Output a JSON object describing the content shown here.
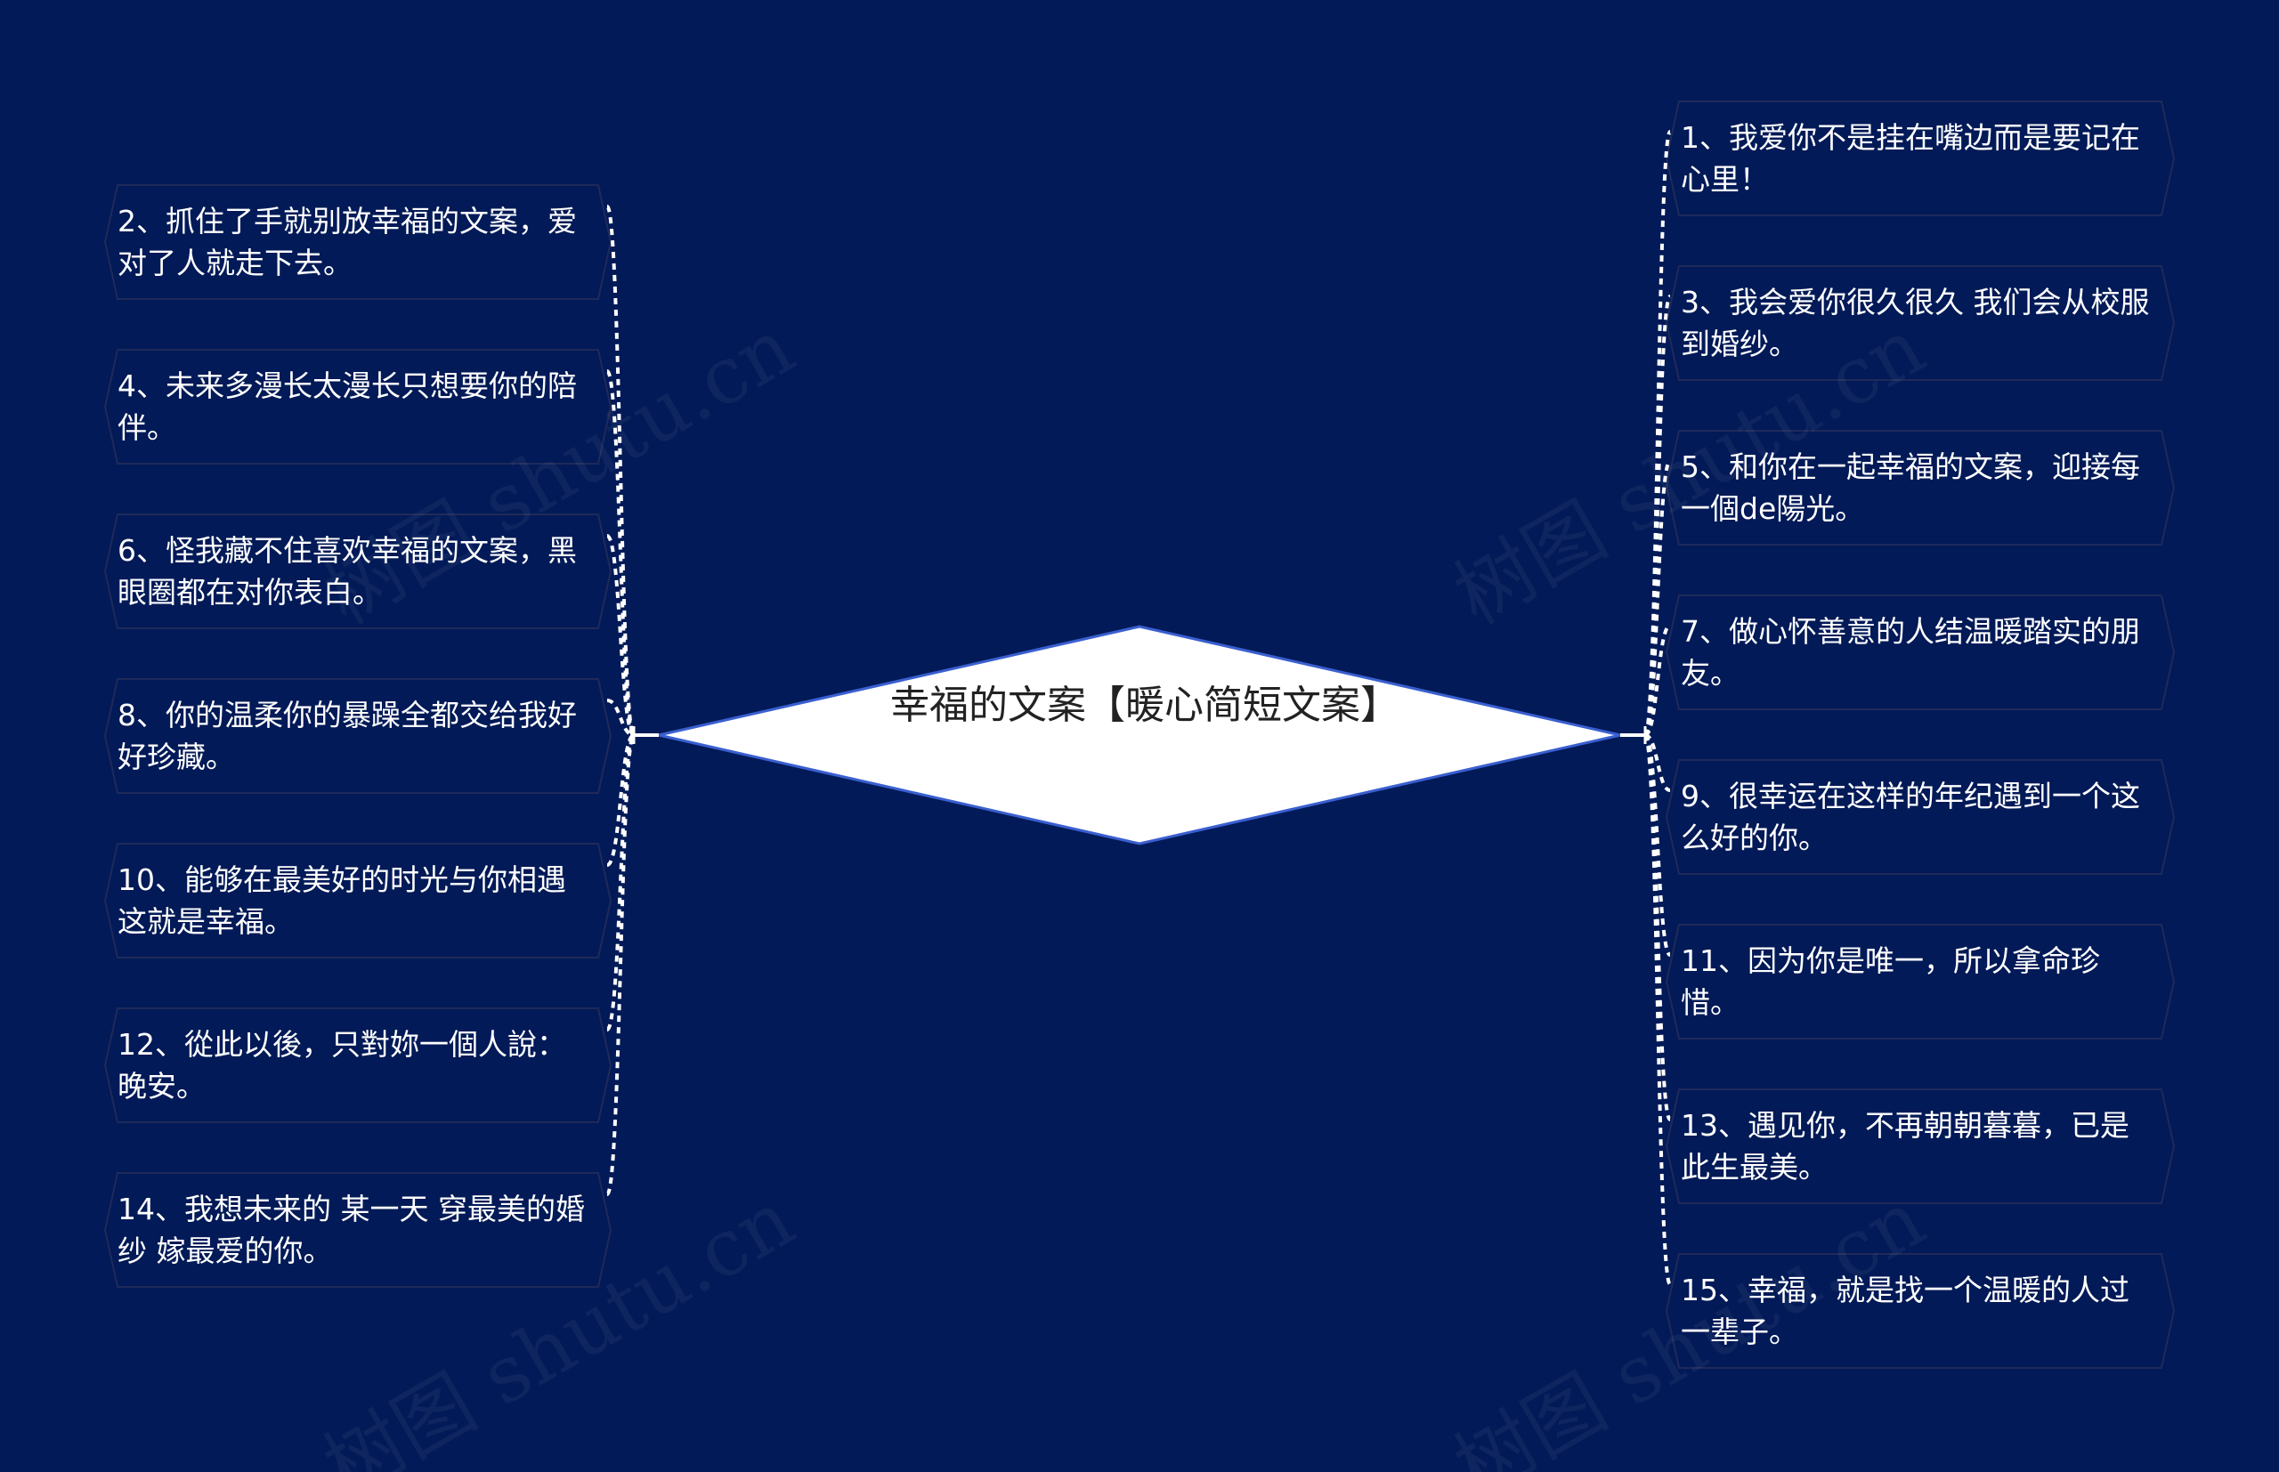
{
  "colors": {
    "background": "#021a57",
    "node_border": "#1f2a5a",
    "center_fill": "#ffffff",
    "center_border": "#3a5fd0",
    "connector": "#ffffff"
  },
  "center": {
    "title": "幸福的文案【暖心简短文案】"
  },
  "left_nodes": [
    {
      "text": "2、抓住了手就别放幸福的文案，爱对了人就走下去。"
    },
    {
      "text": "4、未来多漫长太漫长只想要你的陪伴。"
    },
    {
      "text": "6、怪我藏不住喜欢幸福的文案，黑眼圈都在对你表白。"
    },
    {
      "text": "8、你的温柔你的暴躁全都交给我好好珍藏。"
    },
    {
      "text": "10、能够在最美好的时光与你相遇这就是幸福。"
    },
    {
      "text": "12、從此以後，只對妳一個人說：晚安。"
    },
    {
      "text": "14、我想未来的 某一天 穿最美的婚纱 嫁最爱的你。"
    }
  ],
  "right_nodes": [
    {
      "text": "1、我爱你不是挂在嘴边而是要记在心里！"
    },
    {
      "text": "3、我会爱你很久很久 我们会从校服到婚纱。"
    },
    {
      "text": "5、和你在一起幸福的文案，迎接每一個de陽光。"
    },
    {
      "text": "7、做心怀善意的人结温暖踏实的朋友。"
    },
    {
      "text": "9、很幸运在这样的年纪遇到一个这么好的你。"
    },
    {
      "text": "11、因为你是唯一，所以拿命珍惜。"
    },
    {
      "text": "13、遇见你，不再朝朝暮暮，已是此生最美。"
    },
    {
      "text": "15、幸福，就是找一个温暖的人过一辈子。"
    }
  ],
  "watermarks": [
    "树图 shutu.cn",
    "树图 shutu.cn",
    "树图 shutu.cn",
    "树图 shutu.cn"
  ]
}
